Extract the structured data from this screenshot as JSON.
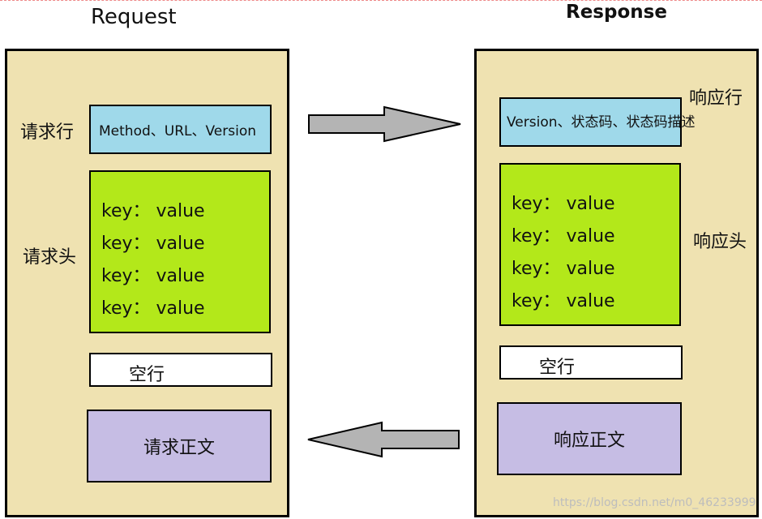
{
  "request": {
    "title": "Request",
    "request_line_label": "请求行",
    "request_line_content": "Method、URL、Version",
    "headers_label": "请求头",
    "headers": [
      "key： value",
      "key： value",
      "key： value",
      "key： value"
    ],
    "blank_line": "空行",
    "body": "请求正文"
  },
  "response": {
    "title": "Response",
    "status_line_label": "响应行",
    "status_line_content": "Version、状态码、状态码描述",
    "headers_label": "响应头",
    "headers": [
      "key： value",
      "key： value",
      "key： value",
      "key： value"
    ],
    "blank_line": "空行",
    "body": "响应正文"
  },
  "watermark": "https://blog.csdn.net/m0_46233999",
  "colors": {
    "panel": "#efe2b1",
    "request_line_box": "#9fd9ea",
    "headers_box": "#b3e81a",
    "blank_box": "#ffffff",
    "body_box": "#c6bde4",
    "arrow_fill": "#b4b4b4"
  }
}
